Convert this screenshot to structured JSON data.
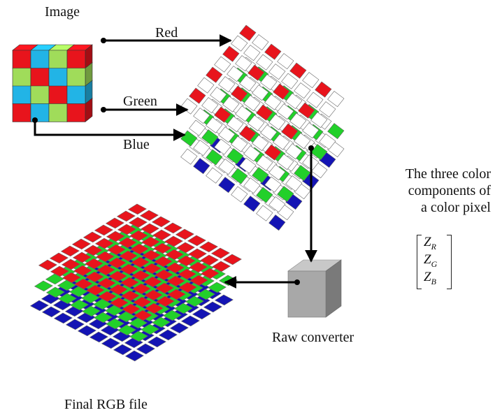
{
  "labels": {
    "image": "Image",
    "red": "Red",
    "green": "Green",
    "blue": "Blue",
    "raw_converter": "Raw converter",
    "final_rgb": "Final RGB file",
    "description_line1": "The three color",
    "description_line2": "components  of",
    "description_line3": "a color pixel"
  },
  "formula": {
    "r": "Z",
    "r_sub": "R",
    "g": "Z",
    "g_sub": "G",
    "b": "Z",
    "b_sub": "B"
  },
  "colors": {
    "red": "#e8141c",
    "green": "#22d02a",
    "blue": "#1414b4",
    "cyan": "#22b4e6",
    "lime": "#a0dc5a",
    "grey_box": "#9a9a9a"
  }
}
